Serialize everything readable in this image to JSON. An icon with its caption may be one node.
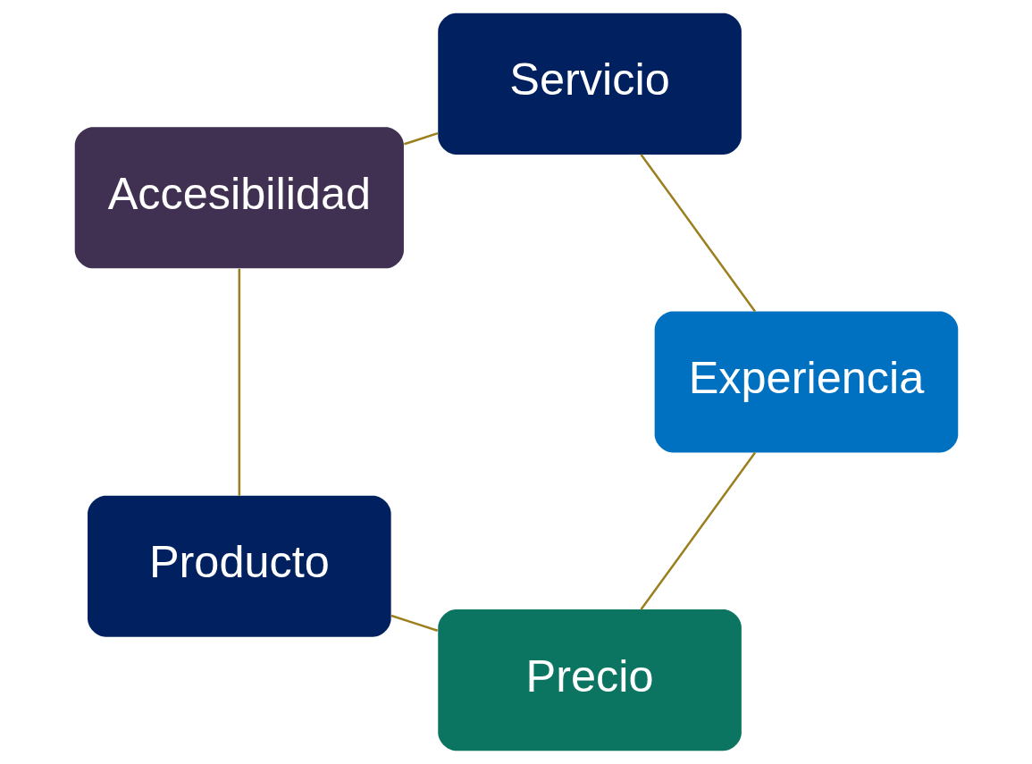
{
  "diagram": {
    "nodes": [
      {
        "text": [
          "Precio"
        ]
      },
      {
        "text": [
          "Experiencia"
        ]
      },
      {
        "text": [
          "Producto"
        ]
      },
      {
        "text": [
          "Servicio"
        ]
      },
      {
        "text": [
          "Accesibilidad"
        ]
      }
    ],
    "edges": [
      {
        "from": 0,
        "to": 2,
        "arrow": "none"
      },
      {
        "from": 2,
        "to": 4,
        "arrow": "none"
      },
      {
        "from": 4,
        "to": 3,
        "arrow": "none"
      },
      {
        "from": 3,
        "to": 1,
        "arrow": "none"
      },
      {
        "from": 1,
        "to": 0,
        "arrow": "none"
      }
    ]
  }
}
